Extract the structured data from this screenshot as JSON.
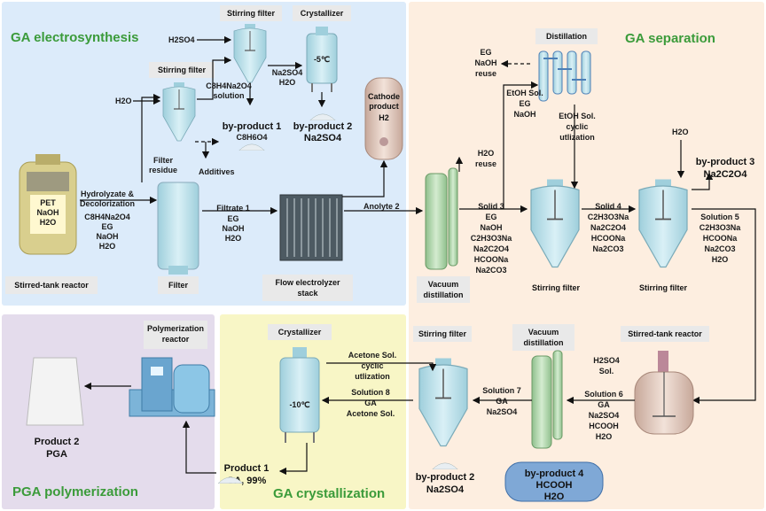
{
  "sections": {
    "electro": "GA electrosynthesis",
    "separation": "GA separation",
    "polymer": "PGA polymerization",
    "crystal": "GA crystallization"
  },
  "equipment": {
    "stirred_tank_1": "Stirred-tank reactor",
    "filter": "Filter",
    "stirring_filter_a": "Stirring filter",
    "stirring_filter_b": "Stirring filter",
    "crystallizer_a": "Crystallizer",
    "flow_stack": [
      "Flow electrolyzer",
      "stack"
    ],
    "cathode_product": [
      "Cathode",
      "product",
      "H2"
    ],
    "distillation": "Distillation",
    "vacuum_distillation_1": [
      "Vacuum",
      "distillation"
    ],
    "stirring_filter_c": "Stirring filter",
    "stirring_filter_d": "Stirring filter",
    "polymerization_reactor": [
      "Polymerization",
      "reactor"
    ],
    "crystallizer_b": "Crystallizer",
    "stirring_filter_e": "Stirring filter",
    "vacuum_distillation_2": [
      "Vacuum",
      "distillation"
    ],
    "stirred_tank_2": "Stirred-tank reactor"
  },
  "tank_labels": {
    "pet": [
      "PET",
      "NaOH",
      "H2O"
    ],
    "cryst_a_temp": "-5℃",
    "cryst_b_temp": "-10℃"
  },
  "streams": {
    "h2so4_top": "H2SO4",
    "h2o_left": "H2O",
    "c8_solution": [
      "C8H4Na2O4",
      "solution"
    ],
    "na2so4_h2o": [
      "Na2SO4",
      "H2O"
    ],
    "hydrolyzate": [
      "Hydrolyzate &",
      "Decolorization",
      "C8H4Na2O4",
      "EG",
      "NaOH",
      "H2O"
    ],
    "filter_residue": [
      "Filter",
      "residue"
    ],
    "additives": "Additives",
    "filtrate1": [
      "Filtrate 1",
      "EG",
      "NaOH",
      "H2O"
    ],
    "anolyte2": "Anolyte 2",
    "eg_reuse": [
      "EG",
      "NaOH",
      "reuse"
    ],
    "etoh_sol": [
      "EtOH Sol.",
      "EG",
      "NaOH"
    ],
    "etoh_cyclic": [
      "EtOH Sol.",
      "cyclic",
      "utlization"
    ],
    "h2o_reuse": [
      "H2O",
      "reuse"
    ],
    "solid3": [
      "Solid 3",
      "EG",
      "NaOH",
      "C2H3O3Na",
      "Na2C2O4",
      "HCOONa",
      "Na2CO3"
    ],
    "solid4": [
      "Solid 4",
      "C2H3O3Na",
      "Na2C2O4",
      "HCOONa",
      "Na2CO3"
    ],
    "h2o_right": "H2O",
    "solution5": [
      "Solution 5",
      "C2H3O3Na",
      "HCOONa",
      "Na2CO3",
      "H2O"
    ],
    "h2so4_sol": [
      "H2SO4",
      "Sol."
    ],
    "solution6": [
      "Solution 6",
      "GA",
      "Na2SO4",
      "HCOOH",
      "H2O"
    ],
    "solution7": [
      "Solution 7",
      "GA",
      "Na2SO4"
    ],
    "solution8": [
      "Solution 8",
      "GA",
      "Acetone Sol."
    ],
    "acetone_cyclic": [
      "Acetone Sol.",
      "cyclic",
      "utlization"
    ]
  },
  "products": {
    "bp1": [
      "by-product 1",
      "C8H6O4"
    ],
    "bp2_top": [
      "by-product 2",
      "Na2SO4"
    ],
    "bp3": [
      "by-product 3",
      "Na2C2O4"
    ],
    "bp2_bottom": [
      "by-product 2",
      "Na2SO4"
    ],
    "bp4": [
      "by-product 4",
      "HCOOH",
      "H2O"
    ],
    "product1": [
      "Product 1",
      "GA, 99%"
    ],
    "product2": [
      "Product 2",
      "PGA"
    ]
  },
  "colors": {
    "electro_bg": "#dcebfa",
    "separation_bg": "#fdeee0",
    "polymer_bg": "#e4dcec",
    "crystal_bg": "#f8f6c6",
    "section_title": "#3b9b3a",
    "vessel": "#bfe3ee",
    "label_box": "#e9e9e9"
  }
}
